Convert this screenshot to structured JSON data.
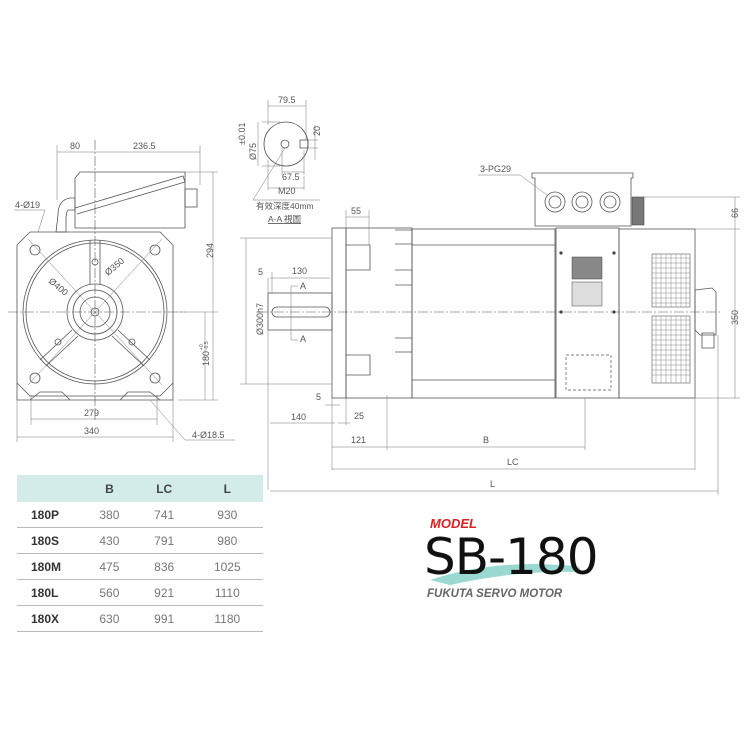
{
  "front_view": {
    "dims": {
      "top_left": "80",
      "top_right": "236.5",
      "height": "294",
      "center_height": "180",
      "center_tol_upper": "+0",
      "center_tol_lower": "-0.5",
      "foot_span": "279",
      "width": "340",
      "flange_dia": "Ø400",
      "pcd": "Ø350"
    },
    "callouts": {
      "holes_top": "4-Ø19",
      "holes_foot": "4-Ø18.5"
    }
  },
  "section_view": {
    "dims": {
      "width": "79.5",
      "dia": "Ø75",
      "tol": "±0.01",
      "key": "20",
      "depth": "67.5",
      "thread": "M20"
    },
    "note": "有效深度40mm",
    "title": "A-A 視圖"
  },
  "side_view": {
    "dims": {
      "shaft_offset": "5",
      "shaft_len": "130",
      "flange_dim": "55",
      "spigot": "Ø300h7",
      "flange_offset": "5",
      "shaft_total": "140",
      "flange_thk": "25",
      "to_mount": "121",
      "b": "B",
      "lc": "LC",
      "l": "L",
      "box_height": "66",
      "height": "350",
      "section_mark": "A"
    },
    "callout_glands": "3-PG29"
  },
  "table": {
    "headers": [
      "",
      "B",
      "LC",
      "L"
    ],
    "rows": [
      [
        "180P",
        "380",
        "741",
        "930"
      ],
      [
        "180S",
        "430",
        "791",
        "980"
      ],
      [
        "180M",
        "475",
        "836",
        "1025"
      ],
      [
        "180L",
        "560",
        "921",
        "1110"
      ],
      [
        "180X",
        "630",
        "991",
        "1180"
      ]
    ]
  },
  "logo": {
    "label": "MODEL",
    "model": "SB-180",
    "tagline": "FUKUTA SERVO MOTOR"
  },
  "colors": {
    "table_header": "#d3ece9",
    "model_red": "#e02020",
    "swoosh": "#7fd0c6"
  }
}
